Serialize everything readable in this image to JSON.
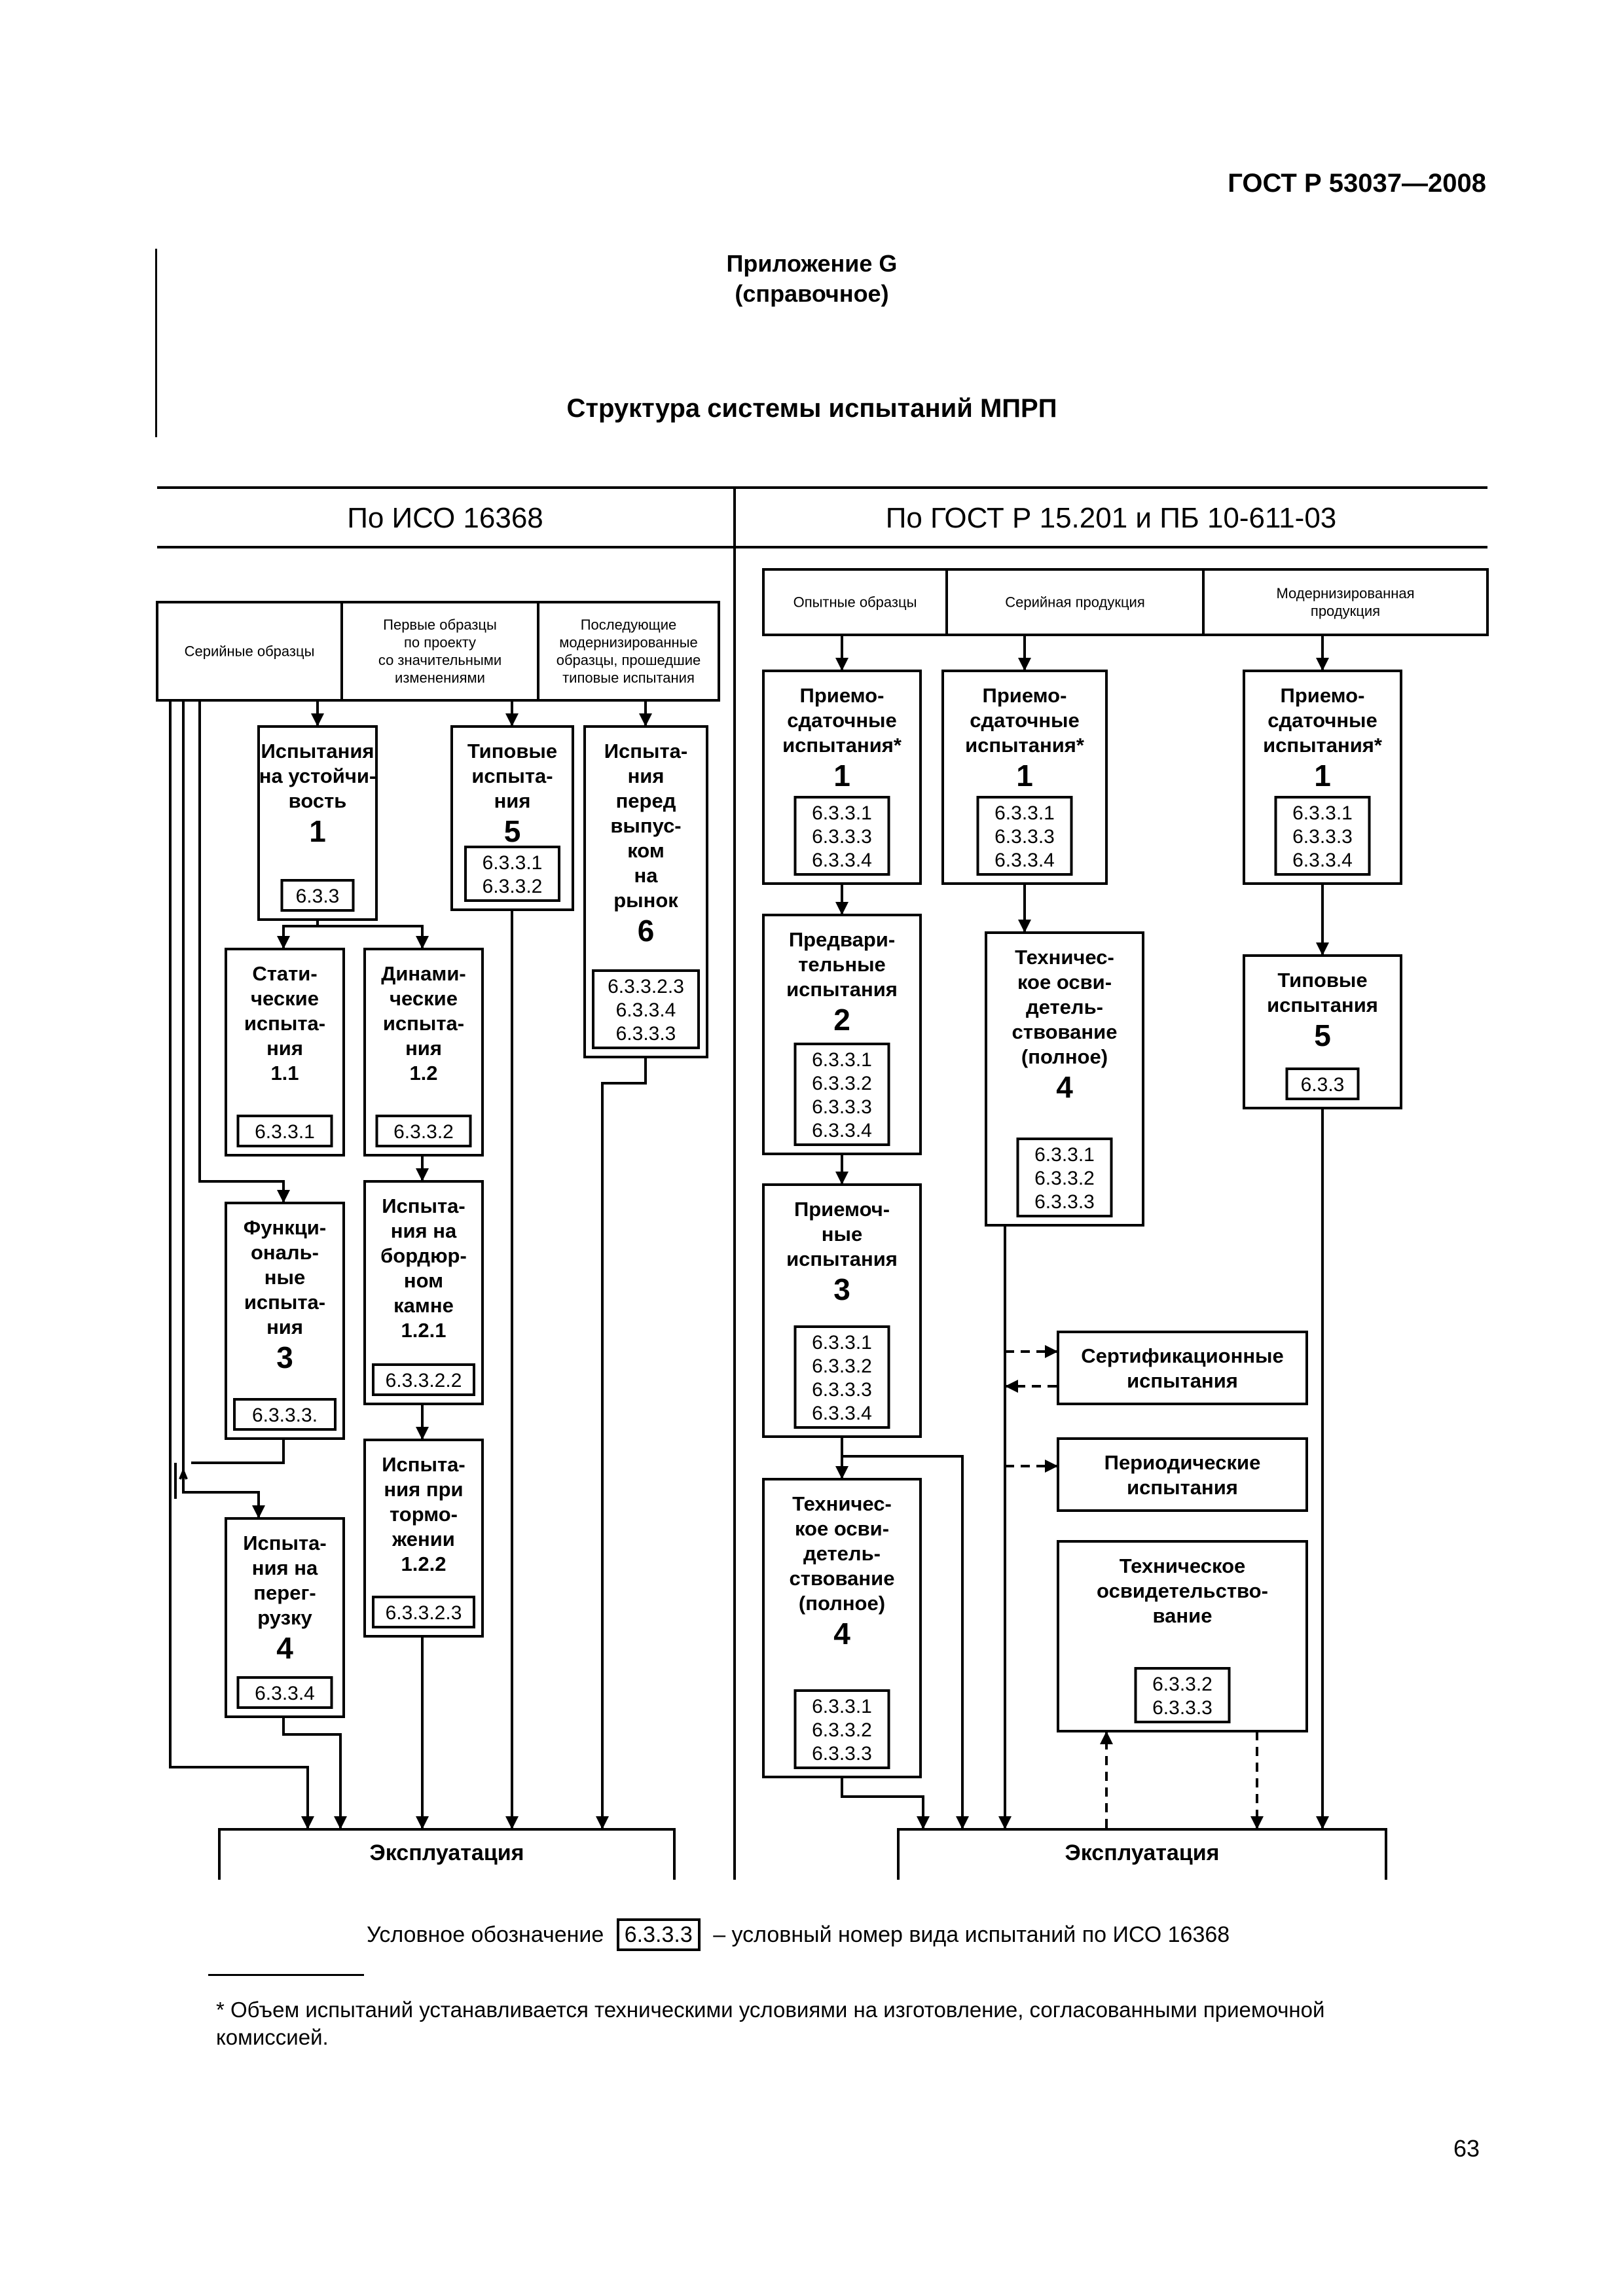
{
  "header": {
    "standard_number": "ГОСТ Р 53037—2008"
  },
  "annex": {
    "label": "Приложение G",
    "type": "(справочное)"
  },
  "title": "Структура системы испытаний МПРП",
  "columns": {
    "left": "По ИСО 16368",
    "right": "По ГОСТ Р 15.201 и ПБ 10-611-03"
  },
  "legend": {
    "prefix": "Условное обозначение",
    "code": "6.3.3.3",
    "suffix": "– условный номер вида испытаний по ИСО 16368"
  },
  "footnote": "* Объем испытаний устанавливается техническими условиями на изготовление, согласованными приемочной комиссией.",
  "page_number": "63",
  "nodes": [
    {
      "id": "serial-samples",
      "lines": [
        "Серийные образцы"
      ],
      "small": true
    },
    {
      "id": "first-samples",
      "lines": [
        "Первые образцы",
        "по проекту",
        "со значительными",
        "изменениями"
      ],
      "small": true
    },
    {
      "id": "subsequent-samples",
      "lines": [
        "Последующие",
        "модернизированные",
        "образцы, прошедшие",
        "типовые испытания"
      ],
      "small": true
    },
    {
      "id": "stability-test",
      "lines": [
        "Испытания",
        "на устойчи-",
        "вость"
      ],
      "num": "1",
      "codes": [
        "6.3.3"
      ]
    },
    {
      "id": "type-test-left",
      "lines": [
        "Типовые",
        "испыта-",
        "ния"
      ],
      "num": "5",
      "codes": [
        "6.3.3.1",
        "6.3.3.2"
      ]
    },
    {
      "id": "pre-market-test",
      "lines": [
        "Испыта-",
        "ния",
        "перед",
        "выпус-",
        "ком",
        "на",
        "рынок"
      ],
      "num": "6",
      "codes": [
        "6.3.3.2.3",
        "6.3.3.4",
        "6.3.3.3"
      ]
    },
    {
      "id": "static-test",
      "lines": [
        "Стати-",
        "ческие",
        "испыта-",
        "ния",
        "1.1"
      ],
      "codes": [
        "6.3.3.1"
      ]
    },
    {
      "id": "dynamic-test",
      "lines": [
        "Динами-",
        "ческие",
        "испыта-",
        "ния",
        "1.2"
      ],
      "codes": [
        "6.3.3.2"
      ]
    },
    {
      "id": "functional-test",
      "lines": [
        "Функци-",
        "ональ-",
        "ные",
        "испыта-",
        "ния"
      ],
      "num": "3",
      "codes": [
        "6.3.3.3."
      ]
    },
    {
      "id": "curb-test",
      "lines": [
        "Испыта-",
        "ния на",
        "бордюр-",
        "ном",
        "камне",
        "1.2.1"
      ],
      "codes": [
        "6.3.3.2.2"
      ]
    },
    {
      "id": "braking-test",
      "lines": [
        "Испыта-",
        "ния при",
        "тормо-",
        "жении",
        "1.2.2"
      ],
      "codes": [
        "6.3.3.2.3"
      ]
    },
    {
      "id": "overload-test",
      "lines": [
        "Испыта-",
        "ния на",
        "перег-",
        "рузку"
      ],
      "num": "4",
      "codes": [
        "6.3.3.4"
      ]
    },
    {
      "id": "exploitation-left",
      "lines": [
        "Эксплуатация"
      ]
    },
    {
      "id": "prototypes",
      "lines": [
        "Опытные образцы"
      ],
      "small": true
    },
    {
      "id": "serial-production",
      "lines": [
        "Серийная продукция"
      ],
      "small": true
    },
    {
      "id": "modernized-production",
      "lines": [
        "Модернизированная",
        "продукция"
      ],
      "small": true
    },
    {
      "id": "acceptance-a",
      "lines": [
        "Приемо-",
        "сдаточные",
        "испытания*"
      ],
      "num": "1",
      "codes": [
        "6.3.3.1",
        "6.3.3.3",
        "6.3.3.4"
      ]
    },
    {
      "id": "acceptance-b",
      "lines": [
        "Приемо-",
        "сдаточные",
        "испытания*"
      ],
      "num": "1",
      "codes": [
        "6.3.3.1",
        "6.3.3.3",
        "6.3.3.4"
      ]
    },
    {
      "id": "acceptance-c",
      "lines": [
        "Приемо-",
        "сдаточные",
        "испытания*"
      ],
      "num": "1",
      "codes": [
        "6.3.3.1",
        "6.3.3.3",
        "6.3.3.4"
      ]
    },
    {
      "id": "preliminary-test",
      "lines": [
        "Предвари-",
        "тельные",
        "испытания"
      ],
      "num": "2",
      "codes": [
        "6.3.3.1",
        "6.3.3.2",
        "6.3.3.3",
        "6.3.3.4"
      ]
    },
    {
      "id": "tech-exam-serial",
      "lines": [
        "Техничес-",
        "кое осви-",
        "детель-",
        "ствование",
        "(полное)"
      ],
      "num": "4",
      "codes": [
        "6.3.3.1",
        "6.3.3.2",
        "6.3.3.3"
      ]
    },
    {
      "id": "type-test-right",
      "lines": [
        "Типовые",
        "испытания"
      ],
      "num": "5",
      "codes": [
        "6.3.3"
      ]
    },
    {
      "id": "acceptance-final",
      "lines": [
        "Приемоч-",
        "ные",
        "испытания"
      ],
      "num": "3",
      "codes": [
        "6.3.3.1",
        "6.3.3.2",
        "6.3.3.3",
        "6.3.3.4"
      ]
    },
    {
      "id": "certification-test",
      "lines": [
        "Сертификационные",
        "испытания"
      ]
    },
    {
      "id": "periodic-test",
      "lines": [
        "Периодические",
        "испытания"
      ]
    },
    {
      "id": "tech-exam-prototype",
      "lines": [
        "Техничес-",
        "кое осви-",
        "детель-",
        "ствование",
        "(полное)"
      ],
      "num": "4",
      "codes": [
        "6.3.3.1",
        "6.3.3.2",
        "6.3.3.3"
      ]
    },
    {
      "id": "tech-exam",
      "lines": [
        "Техническое",
        "освидетельство-",
        "вание"
      ],
      "codes": [
        "6.3.3.2",
        "6.3.3.3"
      ]
    },
    {
      "id": "exploitation-right",
      "lines": [
        "Эксплуатация"
      ]
    }
  ]
}
